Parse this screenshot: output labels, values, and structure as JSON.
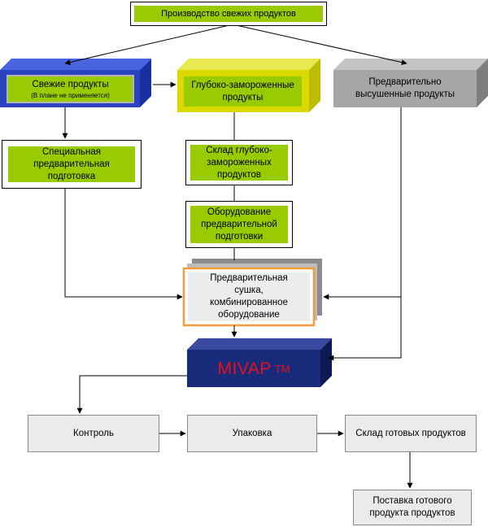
{
  "colors": {
    "green": "#99cc00",
    "blue_3d": "#2a44c0",
    "yellow_3d": "#d9d900",
    "grey_3d": "#a6a6a6",
    "navy": "#1a2a7a",
    "orange": "#f39c3c",
    "red_text": "#e8101a"
  },
  "boxes": {
    "top": "Производство свежих продуктов",
    "fresh": "Свежие продукты",
    "fresh_note": "(В плане не применяется)",
    "frozen": "Глубоко-замороженные продукты",
    "predried": "Предварительно высушенные продукты",
    "special_prep": "Специальная предварительная подготовка",
    "frozen_store": "Склад глубоко-замороженных продуктов",
    "prep_equipment": "Оборудование предварительной подготовки",
    "predrying": "Предварительная сушка, комбинированное оборудование",
    "mivap": "MIVAP",
    "mivap_tm": "TM",
    "control": "Контроль",
    "packing": "Упаковка",
    "finished_store": "Склад готовых продуктов",
    "delivery": "Поставка готового продукта продуктов"
  }
}
